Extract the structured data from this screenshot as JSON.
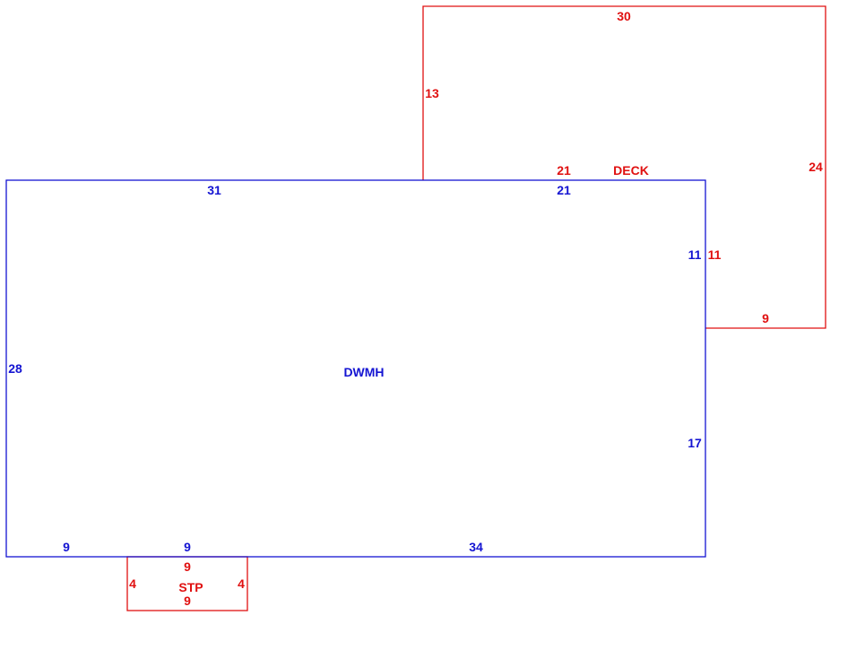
{
  "colors": {
    "main": "#1414d2",
    "secondary": "#e01010"
  },
  "areas": {
    "main_label": "DWMH",
    "deck_label": "DECK",
    "stoop_label": "STP"
  },
  "dimensions": {
    "main": {
      "top_left": "31",
      "top_right": "21",
      "right_upper": "11",
      "right_lower": "17",
      "left": "28",
      "bottom_a": "9",
      "bottom_b": "9",
      "bottom_c": "34"
    },
    "deck": {
      "top": "30",
      "left": "13",
      "right": "24",
      "bottom_inner": "21",
      "side_inner": "11",
      "bottom": "9"
    },
    "stoop": {
      "top": "9",
      "left": "4",
      "right": "4",
      "bottom": "9"
    }
  }
}
